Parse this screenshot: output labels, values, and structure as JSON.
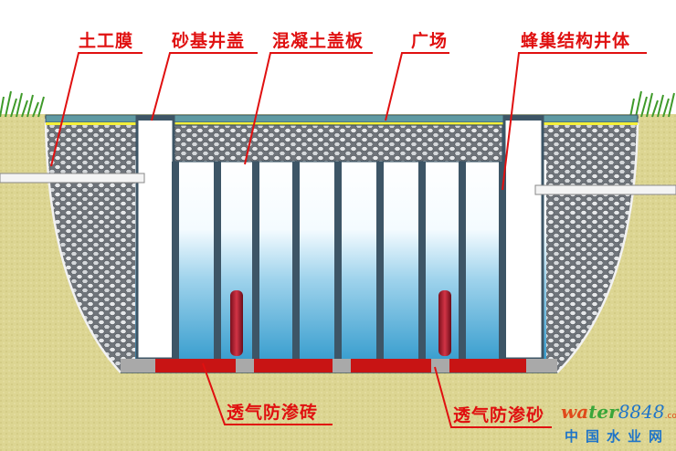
{
  "labels": {
    "geomembrane": "土工膜",
    "sand_manhole_cover": "砂基井盖",
    "concrete_cover_plate": "混凝土盖板",
    "plaza": "广场",
    "honeycomb_well_body": "蜂巢结构井体",
    "permeable_brick": "透气防渗砖",
    "permeable_sand": "透气防渗砂"
  },
  "watermark": {
    "part1": "wa",
    "part2": "ter",
    "part3": "8848",
    "suffix": ".com",
    "cn": "中国水业网"
  },
  "colors": {
    "label_red": "#e01010",
    "sand": "#d9d28e",
    "water_blue": "#3a9fd0",
    "brick_red": "#c81414",
    "structure": "#3d5566"
  }
}
